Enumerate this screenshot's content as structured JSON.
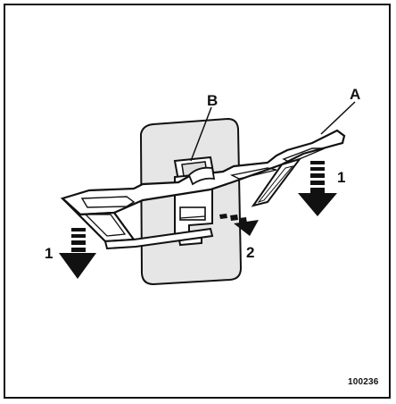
{
  "labels": {
    "A": "A",
    "B": "B",
    "arrow_left": "1",
    "arrow_right": "1",
    "arrow_slide": "2"
  },
  "figure_ref": "100236",
  "colors": {
    "line": "#111111",
    "panel_fill": "#e6e6e6",
    "background": "#ffffff"
  }
}
